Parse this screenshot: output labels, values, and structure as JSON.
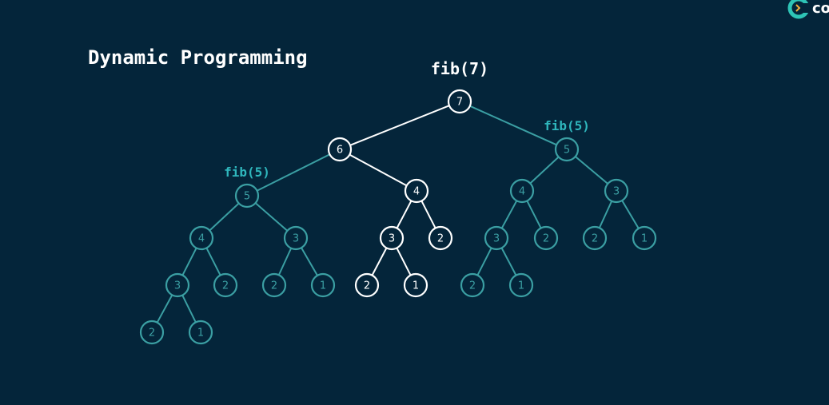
{
  "title": "Dynamic Programming",
  "logo": {
    "text": "co",
    "icon": "chevron-right-icon",
    "accent": "#2ec4b6"
  },
  "colors": {
    "background": "#04253a",
    "active": "#ffffff",
    "memoized": "#3b9fa3",
    "callout": "#2fb7bd"
  },
  "root_label": "fib(7)",
  "callouts": [
    "fib(5)",
    "fib(5)"
  ],
  "tree": {
    "value": "7",
    "state": "active",
    "children": [
      {
        "value": "6",
        "state": "active",
        "children": [
          {
            "value": "5",
            "state": "memoized",
            "children": [
              {
                "value": "4",
                "state": "memoized",
                "children": [
                  {
                    "value": "3",
                    "state": "memoized",
                    "children": [
                      {
                        "value": "2",
                        "state": "memoized"
                      },
                      {
                        "value": "1",
                        "state": "memoized"
                      }
                    ]
                  },
                  {
                    "value": "2",
                    "state": "memoized"
                  }
                ]
              },
              {
                "value": "3",
                "state": "memoized",
                "children": [
                  {
                    "value": "2",
                    "state": "memoized"
                  },
                  {
                    "value": "1",
                    "state": "memoized"
                  }
                ]
              }
            ]
          },
          {
            "value": "4",
            "state": "active",
            "children": [
              {
                "value": "3",
                "state": "active",
                "children": [
                  {
                    "value": "2",
                    "state": "active"
                  },
                  {
                    "value": "1",
                    "state": "active"
                  }
                ]
              },
              {
                "value": "2",
                "state": "active"
              }
            ]
          }
        ]
      },
      {
        "value": "5",
        "state": "memoized",
        "children": [
          {
            "value": "4",
            "state": "memoized",
            "children": [
              {
                "value": "3",
                "state": "memoized",
                "children": [
                  {
                    "value": "2",
                    "state": "memoized"
                  },
                  {
                    "value": "1",
                    "state": "memoized"
                  }
                ]
              },
              {
                "value": "2",
                "state": "memoized"
              }
            ]
          },
          {
            "value": "3",
            "state": "memoized",
            "children": [
              {
                "value": "2",
                "state": "memoized"
              },
              {
                "value": "1",
                "state": "memoized"
              }
            ]
          }
        ]
      }
    ]
  }
}
